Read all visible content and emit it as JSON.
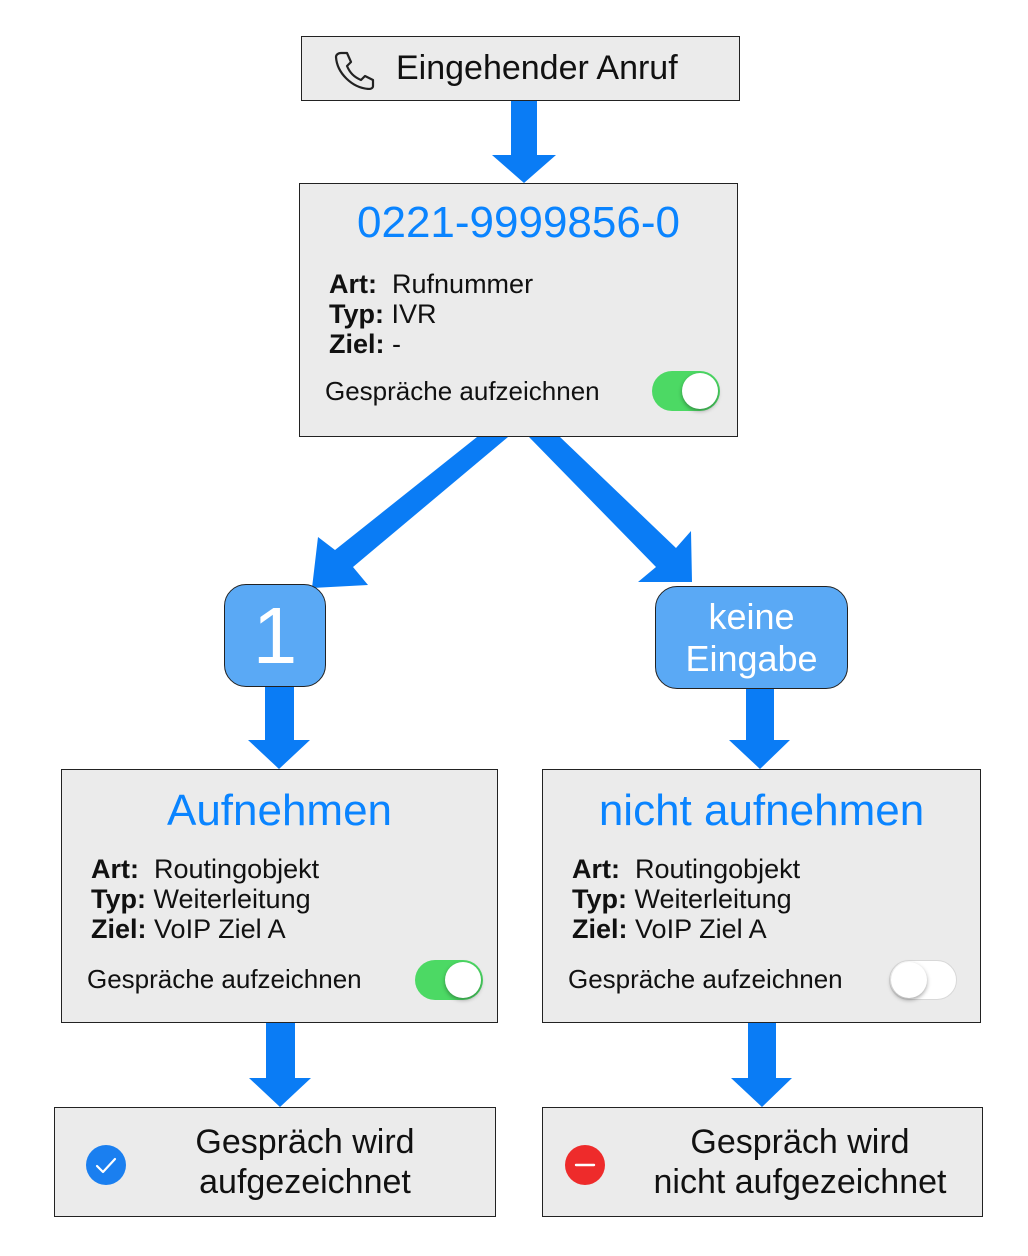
{
  "start": {
    "label": "Eingehender Anruf",
    "icon": "phone-icon"
  },
  "ivr": {
    "title": "0221-9999856-0",
    "art_label": "Art:",
    "art_value": "Rufnummer",
    "typ_label": "Typ:",
    "typ_value": "IVR",
    "ziel_label": "Ziel:",
    "ziel_value": "-",
    "record_label": "Gespräche aufzeichnen",
    "record_on": true
  },
  "choices": {
    "left_label": "1",
    "right_label": "keine Eingabe"
  },
  "left_node": {
    "title": "Aufnehmen",
    "art_label": "Art:",
    "art_value": "Routingobjekt",
    "typ_label": "Typ:",
    "typ_value": "Weiterleitung",
    "ziel_label": "Ziel:",
    "ziel_value": "VoIP Ziel A",
    "record_label": "Gespräche aufzeichnen",
    "record_on": true
  },
  "right_node": {
    "title": "nicht aufnehmen",
    "art_label": "Art:",
    "art_value": "Routingobjekt",
    "typ_label": "Typ:",
    "typ_value": "Weiterleitung",
    "ziel_label": "Ziel:",
    "ziel_value": "VoIP Ziel A",
    "record_label": "Gespräche aufzeichnen",
    "record_on": false
  },
  "results": {
    "left_line1": "Gespräch wird",
    "left_line2": "aufgezeichnet",
    "left_icon": "check-circle-icon",
    "right_line1": "Gespräch wird",
    "right_line2": "nicht aufgezeichnet",
    "right_icon": "minus-circle-icon"
  },
  "colors": {
    "arrow": "#0a7cf5",
    "title": "#0a84ff",
    "toggle_on": "#4cd964",
    "check": "#1a7ff0",
    "stop": "#ee2b2b",
    "pill": "#5aa9f5"
  }
}
